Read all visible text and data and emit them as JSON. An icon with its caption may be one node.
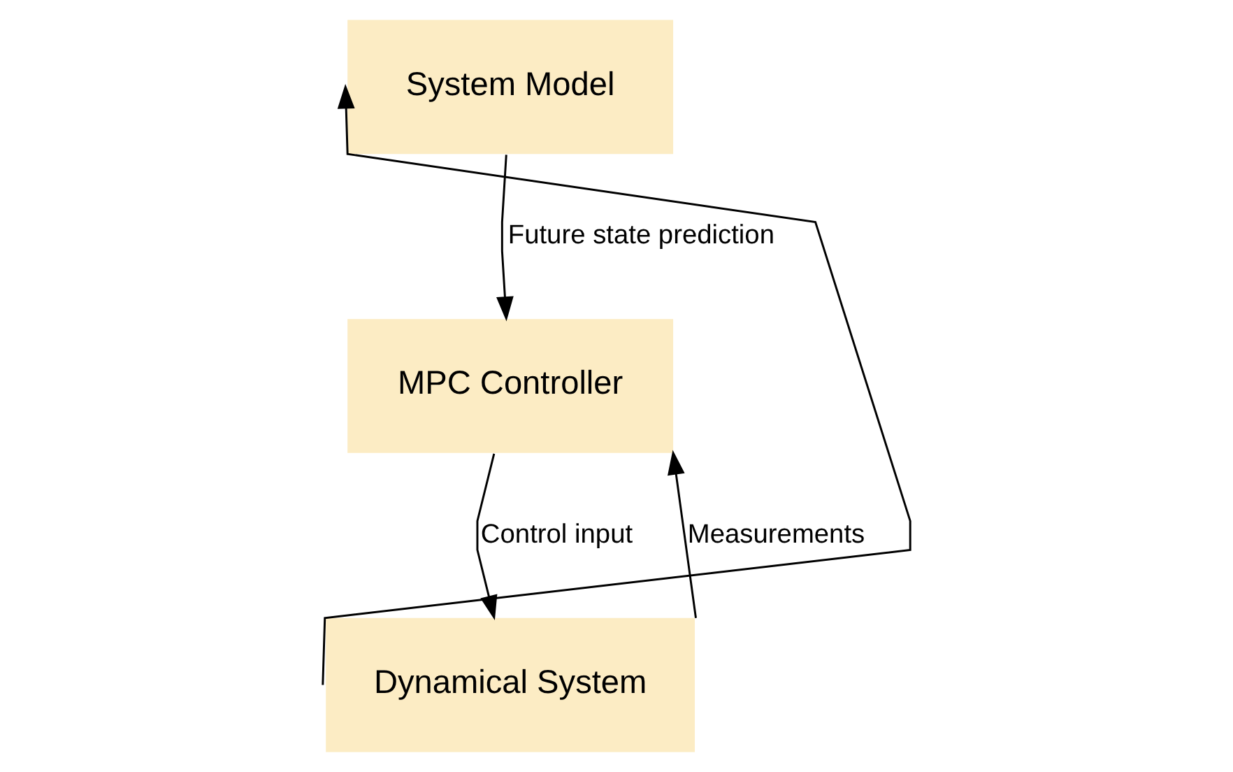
{
  "diagram": {
    "nodes": [
      {
        "text": [
          "System Model"
        ]
      },
      {
        "text": [
          "MPC Controller"
        ]
      },
      {
        "text": [
          "Dynamical System"
        ]
      }
    ],
    "edges": [
      {
        "from": 0,
        "to": 1,
        "arrow": "to",
        "label": "Future state prediction"
      },
      {
        "from": 1,
        "to": 2,
        "arrow": "to",
        "label": "Control input"
      },
      {
        "from": 2,
        "to": 1,
        "arrow": "to",
        "label": "Measurements"
      },
      {
        "from": 2,
        "to": 0,
        "arrow": "to"
      }
    ]
  }
}
